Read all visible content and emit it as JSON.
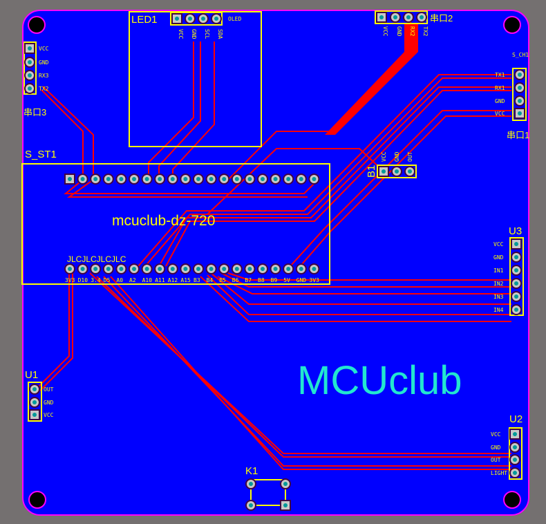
{
  "colors": {
    "board": "#0000ff",
    "outline": "#ff00ff",
    "silk": "#ffff00",
    "trace": "#ff0000",
    "logo": "#22e6d0",
    "background": "#747070"
  },
  "logo_text": "MCUclub",
  "board_name": "mcuclub-dz-720",
  "jlc_text": "JLCJLCJLCJLC",
  "components": {
    "led1": {
      "ref": "LED1",
      "label": "OLED",
      "pins": [
        "VCC",
        "GND",
        "SCL",
        "SDA"
      ]
    },
    "uart3": {
      "ref": "串口3",
      "pins": [
        "VCC",
        "GND",
        "RX3",
        "TX2"
      ]
    },
    "uart2": {
      "ref": "串口2",
      "pins": [
        "VCC",
        "GND",
        "RX2",
        "TX2"
      ]
    },
    "uart1": {
      "ref": "串口1",
      "header": "S_CH1",
      "pins": [
        "TX1",
        "RX1",
        "GND",
        "VCC"
      ]
    },
    "s_st1": {
      "ref": "S_ST1",
      "bottom_pins": [
        "3V3",
        "D10",
        "3.4",
        "D5",
        "A0",
        "A2",
        "A10",
        "A11",
        "A12",
        "A15",
        "B3",
        "B4",
        "B5",
        "B6",
        "B7",
        "B8",
        "B9",
        "5V",
        "GND",
        "3V3"
      ]
    },
    "b1": {
      "ref": "B1",
      "pins": [
        "VCC",
        "GND",
        "OUT"
      ]
    },
    "u3": {
      "ref": "U3",
      "pins": [
        "VCC",
        "GND",
        "IN1",
        "IN2",
        "IN3",
        "IN4"
      ]
    },
    "u2": {
      "ref": "U2",
      "pins": [
        "VCC",
        "GND",
        "OUT",
        "LIGHT"
      ]
    },
    "u1": {
      "ref": "U1",
      "pins": [
        "OUT",
        "GND",
        "VCC"
      ]
    },
    "k1": {
      "ref": "K1"
    }
  }
}
